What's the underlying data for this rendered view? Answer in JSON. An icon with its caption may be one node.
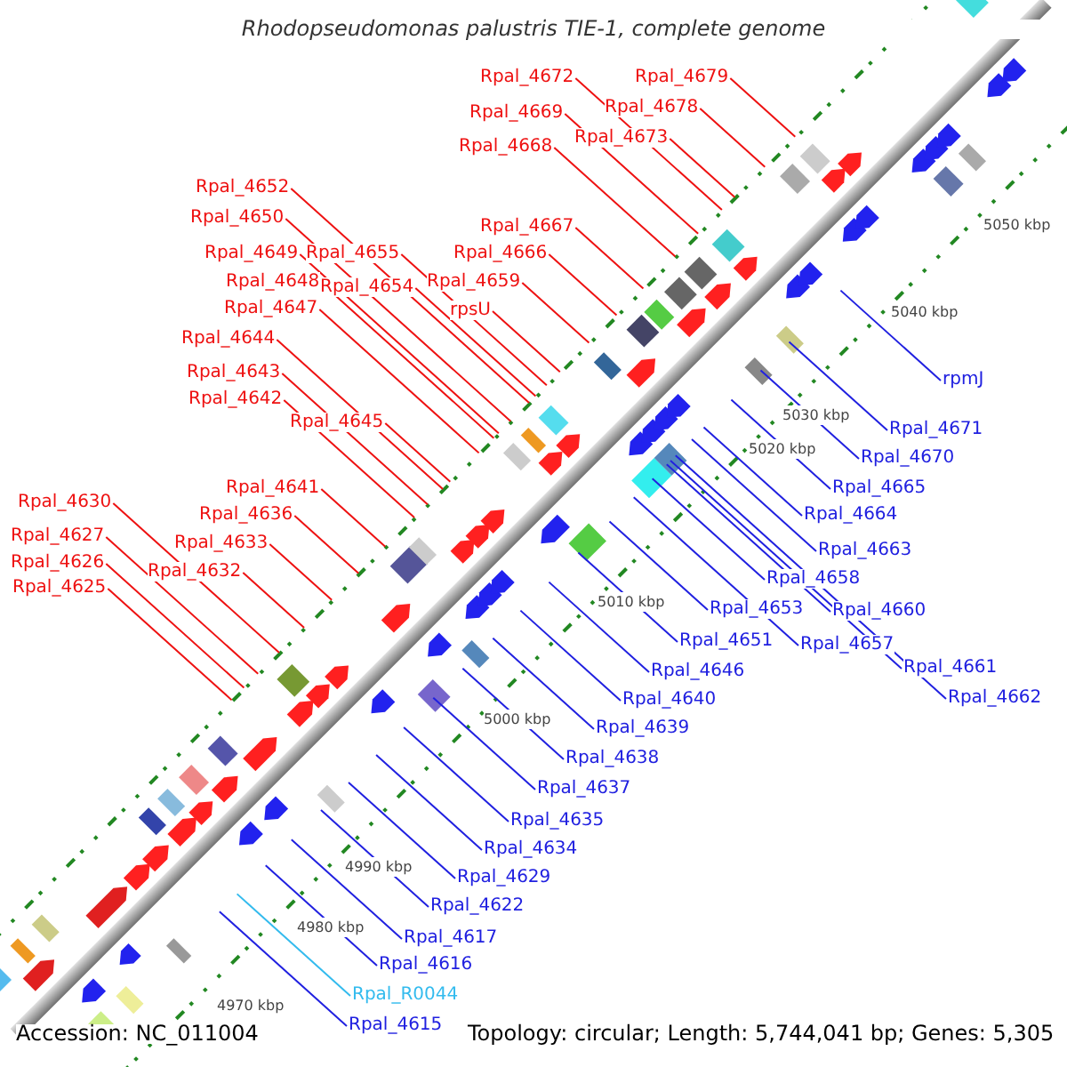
{
  "diagram": {
    "title": "Rhodopseudomonas palustris TIE-1, complete genome",
    "nodes": [
      {
        "text": [
          "Rpal_4672"
        ]
      },
      {
        "text": [
          "Rpal_4679"
        ]
      },
      {
        "text": [
          "Rpal_4678"
        ]
      },
      {
        "text": [
          "Rpal_4669"
        ]
      },
      {
        "text": [
          "Rpal_4673"
        ]
      },
      {
        "text": [
          "Rpal_4668"
        ]
      },
      {
        "text": [
          "Rpal_4652"
        ]
      },
      {
        "text": [
          "Rpal_4650"
        ]
      },
      {
        "text": [
          "Rpal_4667"
        ]
      },
      {
        "text": [
          "Rpal_4649"
        ]
      },
      {
        "text": [
          "Rpal_4655"
        ]
      },
      {
        "text": [
          "Rpal_4666"
        ]
      },
      {
        "text": [
          "Rpal_4648"
        ]
      },
      {
        "text": [
          "Rpal_4659"
        ]
      },
      {
        "text": [
          "Rpal_4654"
        ]
      },
      {
        "text": [
          "Rpal_4647"
        ]
      },
      {
        "text": [
          "rpsU"
        ]
      },
      {
        "text": [
          "Rpal_4644"
        ]
      },
      {
        "text": [
          "Rpal_4643"
        ]
      },
      {
        "text": [
          "rpmJ"
        ]
      },
      {
        "text": [
          "Rpal_4642"
        ]
      },
      {
        "text": [
          "Rpal_4645"
        ]
      },
      {
        "text": [
          "Rpal_4671"
        ]
      },
      {
        "text": [
          "Rpal_4670"
        ]
      },
      {
        "text": [
          "Rpal_4641"
        ]
      },
      {
        "text": [
          "Rpal_4665"
        ]
      },
      {
        "text": [
          "Rpal_4630"
        ]
      },
      {
        "text": [
          "Rpal_4636"
        ]
      },
      {
        "text": [
          "Rpal_4664"
        ]
      },
      {
        "text": [
          "Rpal_4627"
        ]
      },
      {
        "text": [
          "Rpal_4633"
        ]
      },
      {
        "text": [
          "Rpal_4663"
        ]
      },
      {
        "text": [
          "Rpal_4626"
        ]
      },
      {
        "text": [
          "Rpal_4632"
        ]
      },
      {
        "text": [
          "Rpal_4658"
        ]
      },
      {
        "text": [
          "Rpal_4625"
        ]
      },
      {
        "text": [
          "Rpal_4653"
        ]
      },
      {
        "text": [
          "Rpal_4660"
        ]
      },
      {
        "text": [
          "Rpal_4651"
        ]
      },
      {
        "text": [
          "Rpal_4657"
        ]
      },
      {
        "text": [
          "Rpal_4661"
        ]
      },
      {
        "text": [
          "Rpal_4646"
        ]
      },
      {
        "text": [
          "Rpal_4662"
        ]
      },
      {
        "text": [
          "Rpal_4640"
        ]
      },
      {
        "text": [
          "Rpal_4639"
        ]
      },
      {
        "text": [
          "Rpal_4638"
        ]
      },
      {
        "text": [
          "Rpal_4637"
        ]
      },
      {
        "text": [
          "Rpal_4635"
        ]
      },
      {
        "text": [
          "Rpal_4634"
        ]
      },
      {
        "text": [
          "Rpal_4629"
        ]
      },
      {
        "text": [
          "Rpal_4622"
        ]
      },
      {
        "text": [
          "Rpal_4617"
        ]
      },
      {
        "text": [
          "Rpal_4616"
        ]
      },
      {
        "text": [
          "Rpal_R0044"
        ]
      },
      {
        "text": [
          "Rpal_4615"
        ]
      }
    ],
    "edges": [
      {
        "from": 0,
        "to": null,
        "arrow": "none"
      },
      {
        "from": 1,
        "to": null,
        "arrow": "none"
      },
      {
        "from": 2,
        "to": null,
        "arrow": "none"
      },
      {
        "from": 3,
        "to": null,
        "arrow": "none"
      },
      {
        "from": 4,
        "to": null,
        "arrow": "none"
      },
      {
        "from": 5,
        "to": null,
        "arrow": "none"
      },
      {
        "from": 6,
        "to": null,
        "arrow": "none"
      },
      {
        "from": 7,
        "to": null,
        "arrow": "none"
      },
      {
        "from": 8,
        "to": null,
        "arrow": "none"
      },
      {
        "from": 9,
        "to": null,
        "arrow": "none"
      },
      {
        "from": 10,
        "to": null,
        "arrow": "none"
      },
      {
        "from": 11,
        "to": null,
        "arrow": "none"
      },
      {
        "from": 12,
        "to": null,
        "arrow": "none"
      },
      {
        "from": 13,
        "to": null,
        "arrow": "none"
      },
      {
        "from": 14,
        "to": null,
        "arrow": "none"
      },
      {
        "from": 15,
        "to": null,
        "arrow": "none"
      },
      {
        "from": 16,
        "to": null,
        "arrow": "none"
      },
      {
        "from": 17,
        "to": null,
        "arrow": "none"
      },
      {
        "from": 18,
        "to": null,
        "arrow": "none"
      },
      {
        "from": 19,
        "to": null,
        "arrow": "none",
        "color": "#2020e0"
      },
      {
        "from": 20,
        "to": null,
        "arrow": "none"
      },
      {
        "from": 21,
        "to": null,
        "arrow": "none"
      },
      {
        "from": 22,
        "to": null,
        "arrow": "none",
        "color": "#2020e0"
      },
      {
        "from": 23,
        "to": null,
        "arrow": "none",
        "color": "#2020e0"
      },
      {
        "from": 24,
        "to": null,
        "arrow": "none"
      },
      {
        "from": 25,
        "to": null,
        "arrow": "none",
        "color": "#2020e0"
      },
      {
        "from": 26,
        "to": null,
        "arrow": "none"
      },
      {
        "from": 27,
        "to": null,
        "arrow": "none"
      },
      {
        "from": 28,
        "to": null,
        "arrow": "none",
        "color": "#2020e0"
      },
      {
        "from": 29,
        "to": null,
        "arrow": "none"
      },
      {
        "from": 30,
        "to": null,
        "arrow": "none"
      },
      {
        "from": 31,
        "to": null,
        "arrow": "none",
        "color": "#2020e0"
      },
      {
        "from": 32,
        "to": null,
        "arrow": "none"
      },
      {
        "from": 33,
        "to": null,
        "arrow": "none"
      },
      {
        "from": 34,
        "to": null,
        "arrow": "none",
        "color": "#2020e0"
      },
      {
        "from": 35,
        "to": null,
        "arrow": "none"
      },
      {
        "from": 36,
        "to": null,
        "arrow": "none",
        "color": "#2020e0"
      },
      {
        "from": 37,
        "to": null,
        "arrow": "none",
        "color": "#2020e0"
      },
      {
        "from": 38,
        "to": null,
        "arrow": "none",
        "color": "#2020e0"
      },
      {
        "from": 39,
        "to": null,
        "arrow": "none",
        "color": "#2020e0"
      },
      {
        "from": 40,
        "to": null,
        "arrow": "none",
        "color": "#2020e0"
      },
      {
        "from": 41,
        "to": null,
        "arrow": "none",
        "color": "#2020e0"
      },
      {
        "from": 42,
        "to": null,
        "arrow": "none",
        "color": "#2020e0"
      },
      {
        "from": 43,
        "to": null,
        "arrow": "none",
        "color": "#2020e0"
      },
      {
        "from": 44,
        "to": null,
        "arrow": "none",
        "color": "#2020e0"
      },
      {
        "from": 45,
        "to": null,
        "arrow": "none",
        "color": "#2020e0"
      },
      {
        "from": 46,
        "to": null,
        "arrow": "none",
        "color": "#2020e0"
      },
      {
        "from": 47,
        "to": null,
        "arrow": "none",
        "color": "#2020e0"
      },
      {
        "from": 48,
        "to": null,
        "arrow": "none",
        "color": "#2020e0"
      },
      {
        "from": 49,
        "to": null,
        "arrow": "none",
        "color": "#2020e0"
      },
      {
        "from": 50,
        "to": null,
        "arrow": "none",
        "color": "#2020e0"
      },
      {
        "from": 51,
        "to": null,
        "arrow": "none",
        "color": "#2020e0"
      },
      {
        "from": 52,
        "to": null,
        "arrow": "none",
        "color": "#2020e0"
      },
      {
        "from": 53,
        "to": null,
        "arrow": "none",
        "color": "#33bbee"
      },
      {
        "from": 54,
        "to": null,
        "arrow": "none",
        "color": "#2020e0"
      }
    ],
    "labels": [
      "5050 kbp",
      "5040 kbp",
      "5030 kbp",
      "5020 kbp",
      "5010 kbp",
      "5000 kbp",
      "4990 kbp",
      "4980 kbp",
      "4970 kbp",
      "Accession: NC_011004",
      "Topology: circular; Length: 5,744,041 bp; Genes: 5,305"
    ]
  }
}
